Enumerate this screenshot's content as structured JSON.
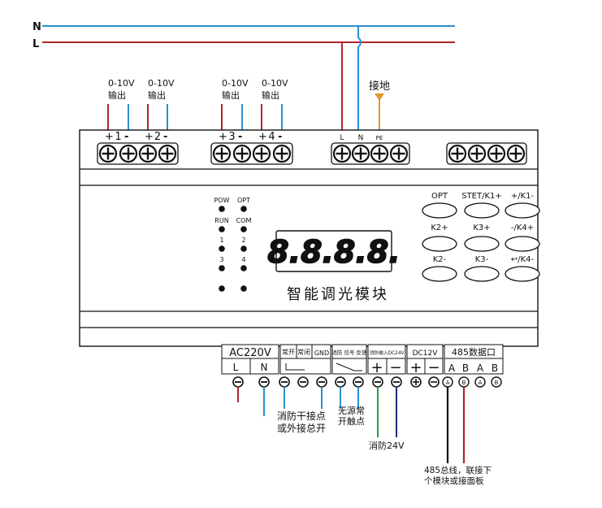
{
  "mains": {
    "n_label": "N",
    "l_label": "L"
  },
  "ground_label": "接地",
  "top_terminals": {
    "outputs": [
      {
        "range": "0-10V",
        "label": "输出",
        "plus": "+",
        "num": "1",
        "minus": "-"
      },
      {
        "range": "0-10V",
        "label": "输出",
        "plus": "+",
        "num": "2",
        "minus": "-"
      },
      {
        "range": "0-10V",
        "label": "输出",
        "plus": "+",
        "num": "3",
        "minus": "-"
      },
      {
        "range": "0-10V",
        "label": "输出",
        "plus": "+",
        "num": "4",
        "minus": "-"
      }
    ],
    "power_terminal_labels": [
      "L",
      "N",
      "PE"
    ]
  },
  "front_panel": {
    "leds": [
      "POW",
      "OPT",
      "RUN",
      "COM",
      "1",
      "2",
      "3",
      "4"
    ],
    "display_text": "8.8.8.8.",
    "title": "智能调光模块",
    "buttons": [
      "OPT",
      "STET/K1+",
      "+/K1-",
      "K2+",
      "K3+",
      "-/K4+",
      "K2-",
      "K3-",
      "↩/K4-"
    ]
  },
  "bottom_block": {
    "ac": {
      "header": "AC220V",
      "l": "L",
      "n": "N"
    },
    "inputs": {
      "col1": "常开",
      "col2": "常闭",
      "gnd": "GND"
    },
    "signal": "消防 信号 反馈",
    "fire_input": "消防输入DC24V",
    "dc": "DC12V",
    "rs485": {
      "header": "485数据口",
      "pins": [
        "A",
        "B",
        "A",
        "B"
      ]
    },
    "plus": "+",
    "minus": "−"
  },
  "annotations": {
    "dry_contact": [
      "消防干接点",
      "或外接总开"
    ],
    "no_voltage": [
      "无源常",
      "开触点"
    ],
    "fire_24v": "消防24V",
    "bus": [
      "485总线，联接下",
      "个模块或接面板"
    ]
  },
  "colors": {
    "wire_red": "#b5232b",
    "wire_blue": "#2b8fd0",
    "wire_orange": "#e0962a",
    "wire_green": "#2e9a3c",
    "wire_navy": "#1c2a7a",
    "wire_black": "#111111"
  }
}
